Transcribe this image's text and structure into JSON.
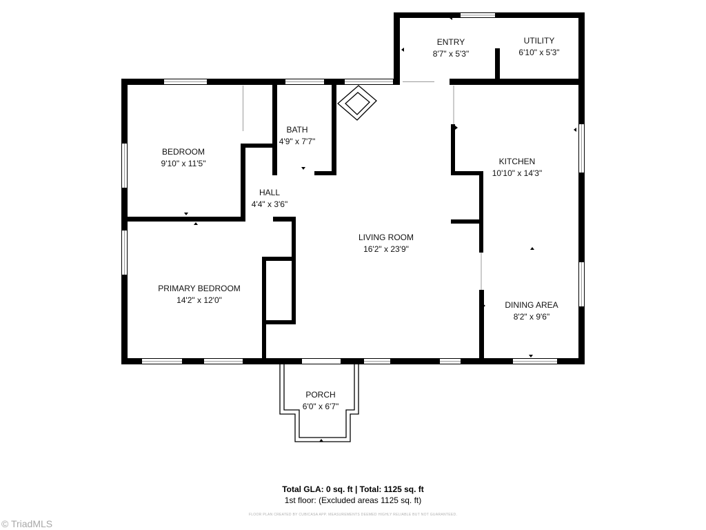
{
  "rooms": {
    "entry": {
      "name": "ENTRY",
      "size": "8'7\" x 5'3\""
    },
    "utility": {
      "name": "UTILITY",
      "size": "6'10\" x 5'3\""
    },
    "bedroom": {
      "name": "BEDROOM",
      "size": "9'10\" x 11'5\""
    },
    "bath": {
      "name": "BATH",
      "size": "4'9\" x 7'7\""
    },
    "kitchen": {
      "name": "KITCHEN",
      "size": "10'10\" x 14'3\""
    },
    "hall": {
      "name": "HALL",
      "size": "4'4\" x 3'6\""
    },
    "living": {
      "name": "LIVING ROOM",
      "size": "16'2\" x 23'9\""
    },
    "primary": {
      "name": "PRIMARY BEDROOM",
      "size": "14'2\" x 12'0\""
    },
    "dining": {
      "name": "DINING AREA",
      "size": "8'2\" x 9'6\""
    },
    "porch": {
      "name": "PORCH",
      "size": "6'0\" x 6'7\""
    }
  },
  "footer": {
    "total": "Total GLA: 0 sq. ft | Total: 1125 sq. ft",
    "floor": "1st floor: (Excluded areas 1125 sq. ft)",
    "disclaimer": "FLOOR PLAN CREATED BY CUBICASA APP. MEASUREMENTS DEEMED HIGHLY RELIABLE BUT NOT GUARANTEED."
  },
  "watermark": "© TriadMLS",
  "colors": {
    "wall": "#000000",
    "window": "#9a9a9a",
    "background": "#ffffff"
  }
}
